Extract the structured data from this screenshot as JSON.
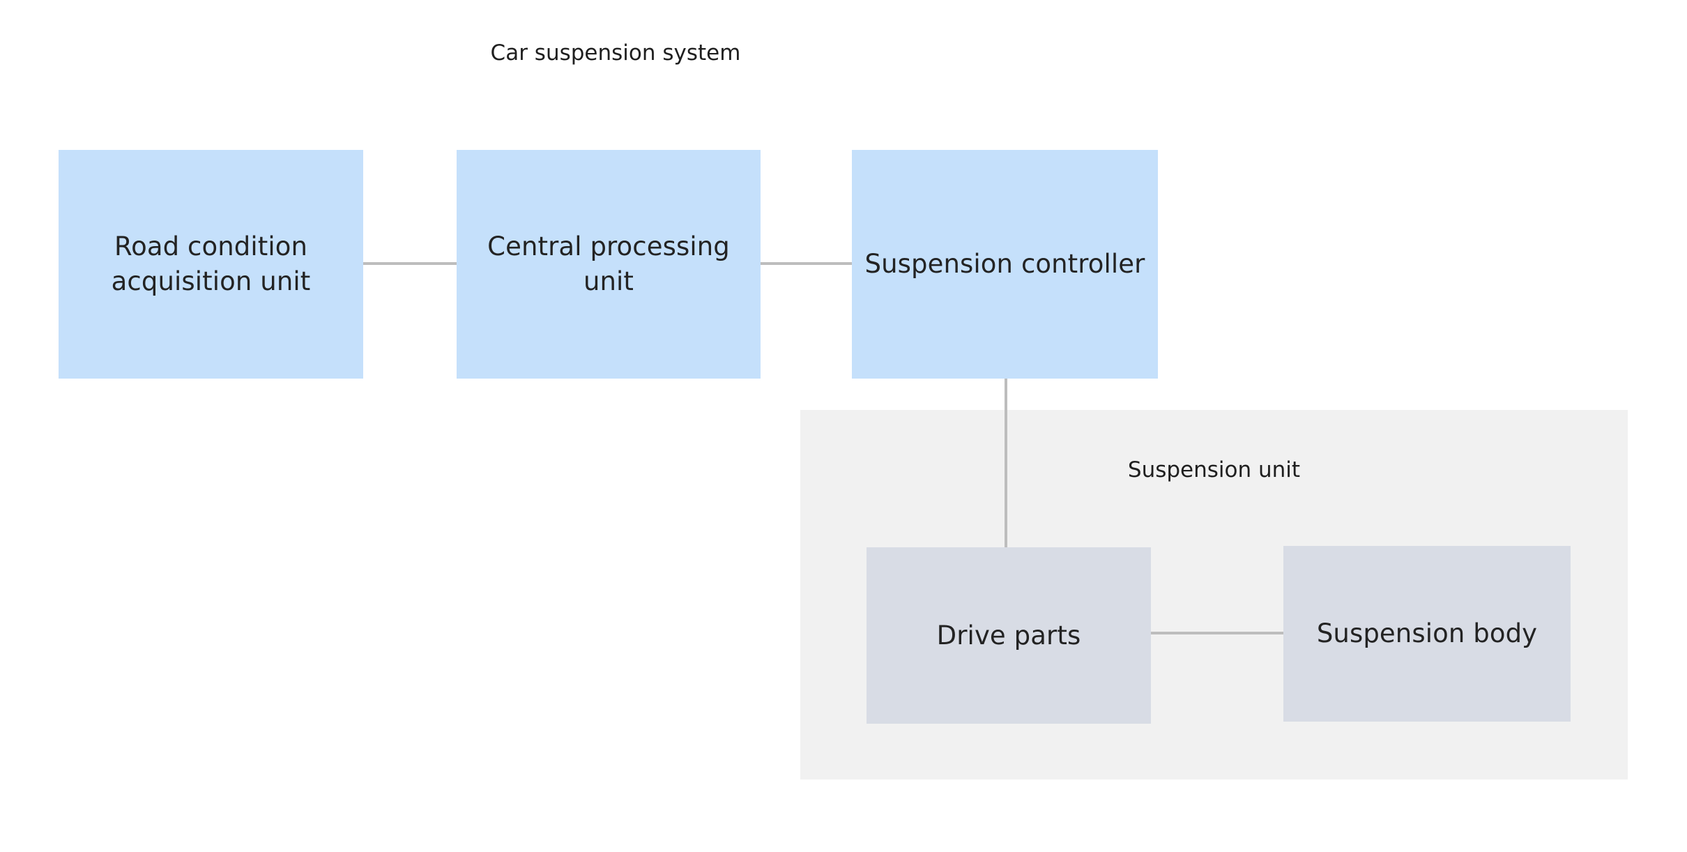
{
  "diagram": {
    "title": "Car suspension system",
    "background_color": "#ffffff",
    "node_fill_primary": "#c5e0fb",
    "node_fill_secondary": "#d8dce5",
    "group_fill": "#f1f1f1",
    "edge_color": "#bdbdbd",
    "text_color": "#232323",
    "nodes": [
      {
        "id": "road-condition-acquisition-unit",
        "label": "Road condition acquisition unit",
        "style": "blue"
      },
      {
        "id": "central-processing-unit",
        "label": "Central processing unit",
        "style": "blue"
      },
      {
        "id": "suspension-controller",
        "label": "Suspension controller",
        "style": "blue"
      },
      {
        "id": "drive-parts",
        "label": "Drive parts",
        "style": "slate"
      },
      {
        "id": "suspension-body",
        "label": "Suspension body",
        "style": "slate"
      }
    ],
    "groups": [
      {
        "id": "suspension-unit",
        "label": "Suspension unit",
        "contains": [
          "drive-parts",
          "suspension-body"
        ]
      }
    ],
    "edges": [
      {
        "from": "road-condition-acquisition-unit",
        "to": "central-processing-unit",
        "orientation": "horizontal"
      },
      {
        "from": "central-processing-unit",
        "to": "suspension-controller",
        "orientation": "horizontal"
      },
      {
        "from": "suspension-controller",
        "to": "drive-parts",
        "orientation": "vertical"
      },
      {
        "from": "drive-parts",
        "to": "suspension-body",
        "orientation": "horizontal"
      }
    ]
  }
}
